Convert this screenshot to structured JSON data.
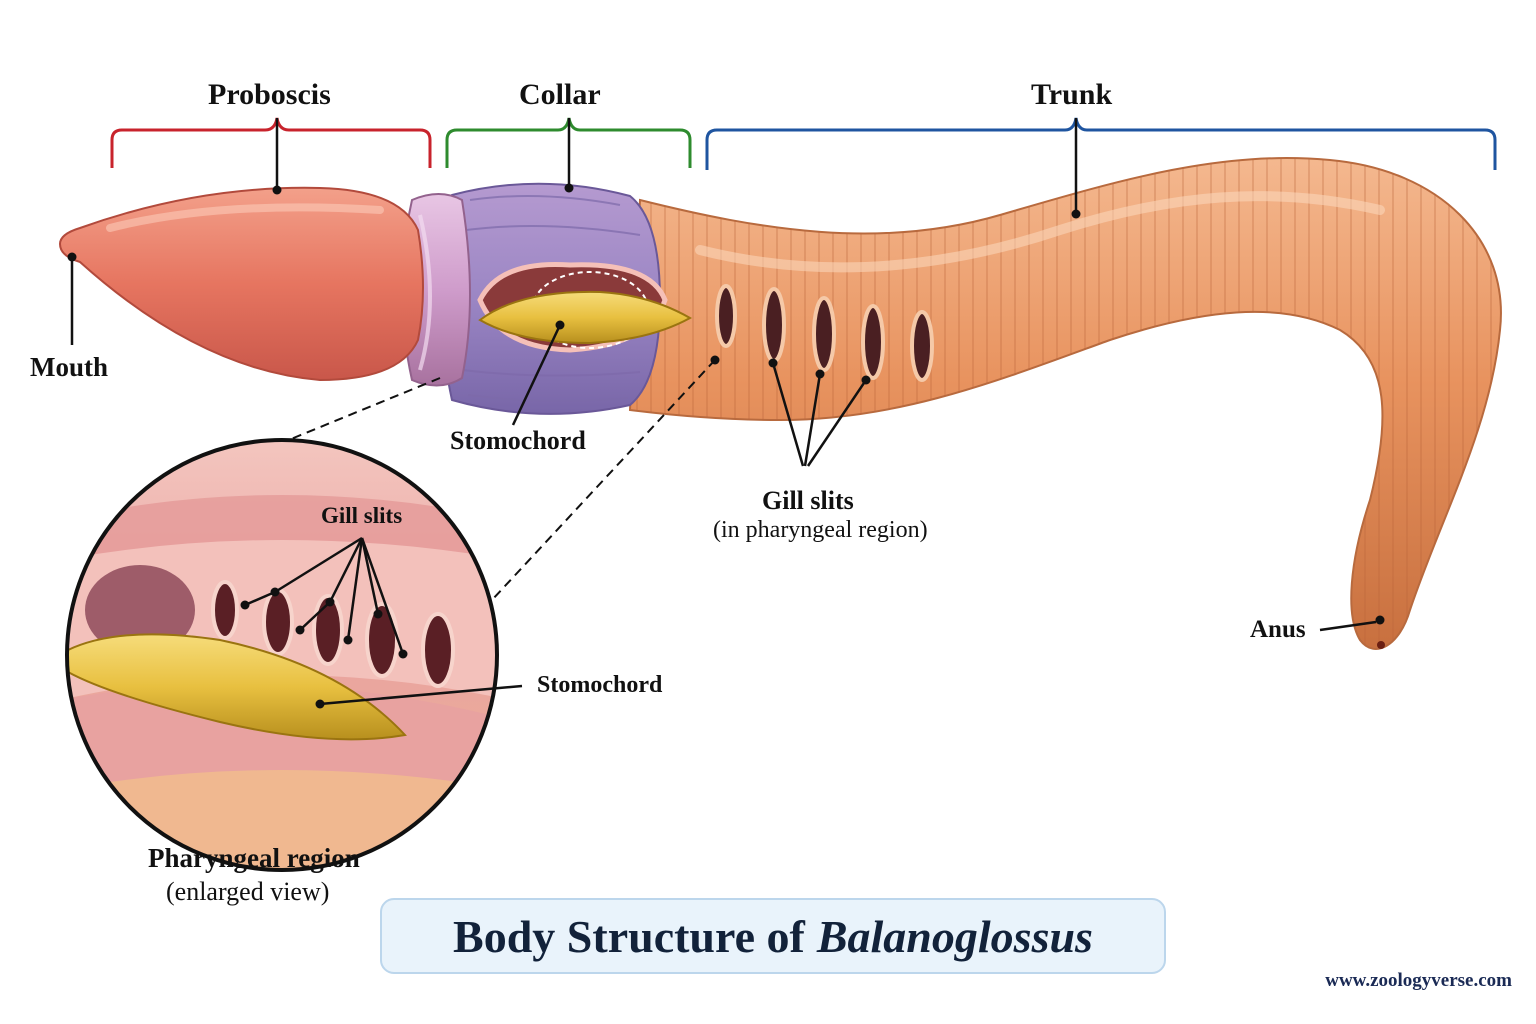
{
  "colors": {
    "proboscis_bracket": "#c8232c",
    "collar_bracket": "#2e8b2e",
    "trunk_bracket": "#1f55a0",
    "proboscis": "#e8806a",
    "collar": "#9b86c4",
    "trunk": "#e59a6c",
    "stomochord": "#e8c040",
    "title_background": "#e9f3fb"
  },
  "regions": {
    "proboscis": "Proboscis",
    "collar": "Collar",
    "trunk": "Trunk"
  },
  "labels": {
    "mouth": "Mouth",
    "stomochord": "Stomochord",
    "gill_slits": "Gill slits",
    "gill_slits_note": "(in pharyngeal region)",
    "anus": "Anus",
    "inset_gill_slits": "Gill slits",
    "inset_stomochord": "Stomochord",
    "inset_caption_line1": "Pharyngeal region",
    "inset_caption_line2": "(enlarged view)"
  },
  "title": {
    "prefix": "Body Structure of",
    "species": "Balanoglossus"
  },
  "footer": {
    "url": "www.zoologyverse.com"
  }
}
